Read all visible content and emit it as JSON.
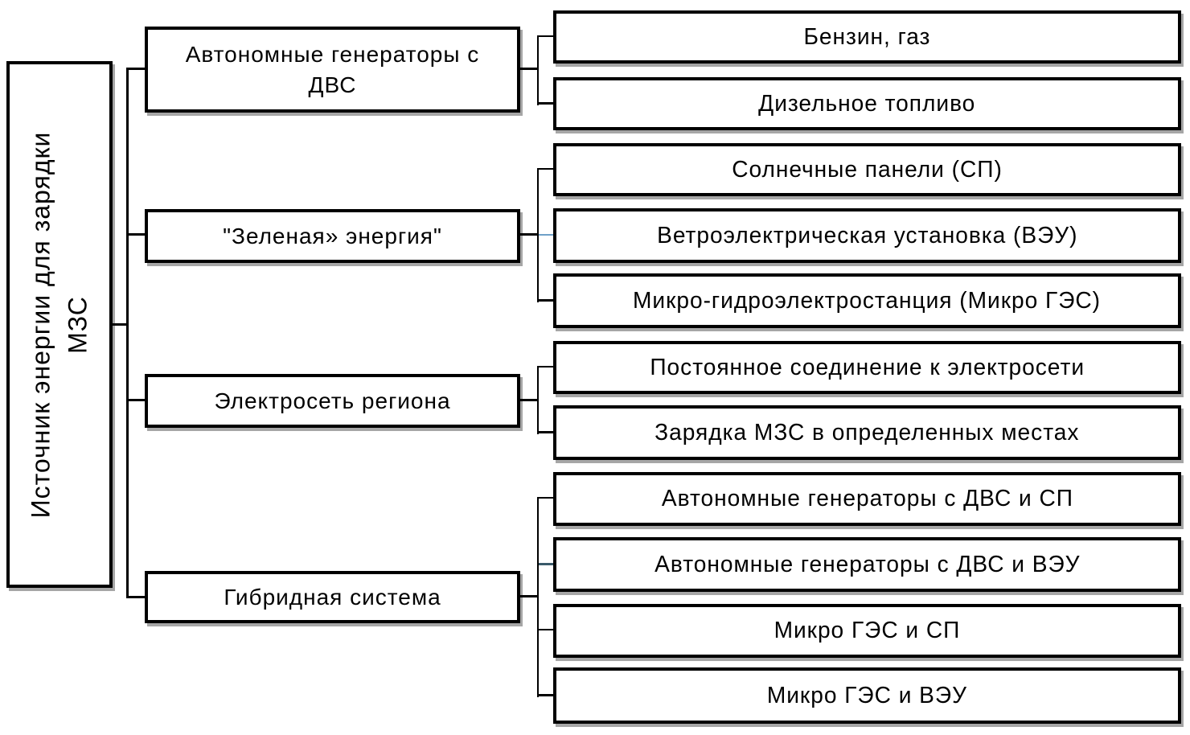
{
  "diagram": {
    "title_hint": "Источники энергии для зарядки МЗС",
    "root": {
      "label": "Источник энергии для зарядки МЗС",
      "lines": [
        "Источник энергии для зарядки",
        "МЗС"
      ]
    },
    "branches": [
      {
        "label": "Автономные генераторы с ДВС",
        "children": [
          "Бензин, газ",
          "Дизельное топливо"
        ]
      },
      {
        "label": "\"Зеленая» энергия\"",
        "children": [
          "Солнечные панели (СП)",
          "Ветроэлектрическая установка (ВЭУ)",
          "Микро-гидроэлектростанция (Микро ГЭС)"
        ]
      },
      {
        "label": "Электросеть региона",
        "children": [
          "Постоянное соединение к электросети",
          "Зарядка МЗС в определенных местах"
        ]
      },
      {
        "label": "Гибридная система",
        "children": [
          "Автономные генераторы с ДВС и СП",
          "Автономные генераторы с ДВС и ВЭУ",
          "Микро ГЭС и СП",
          "Микро ГЭС и ВЭУ"
        ]
      }
    ],
    "colors": {
      "box_border": "#000000",
      "box_fill": "#ffffff",
      "text": "#000000",
      "connector": "#000000",
      "connector_accent_light": "#6FA0C8",
      "connector_accent_dark": "#3A5A6A",
      "shadow": "#a6a6a6"
    }
  }
}
